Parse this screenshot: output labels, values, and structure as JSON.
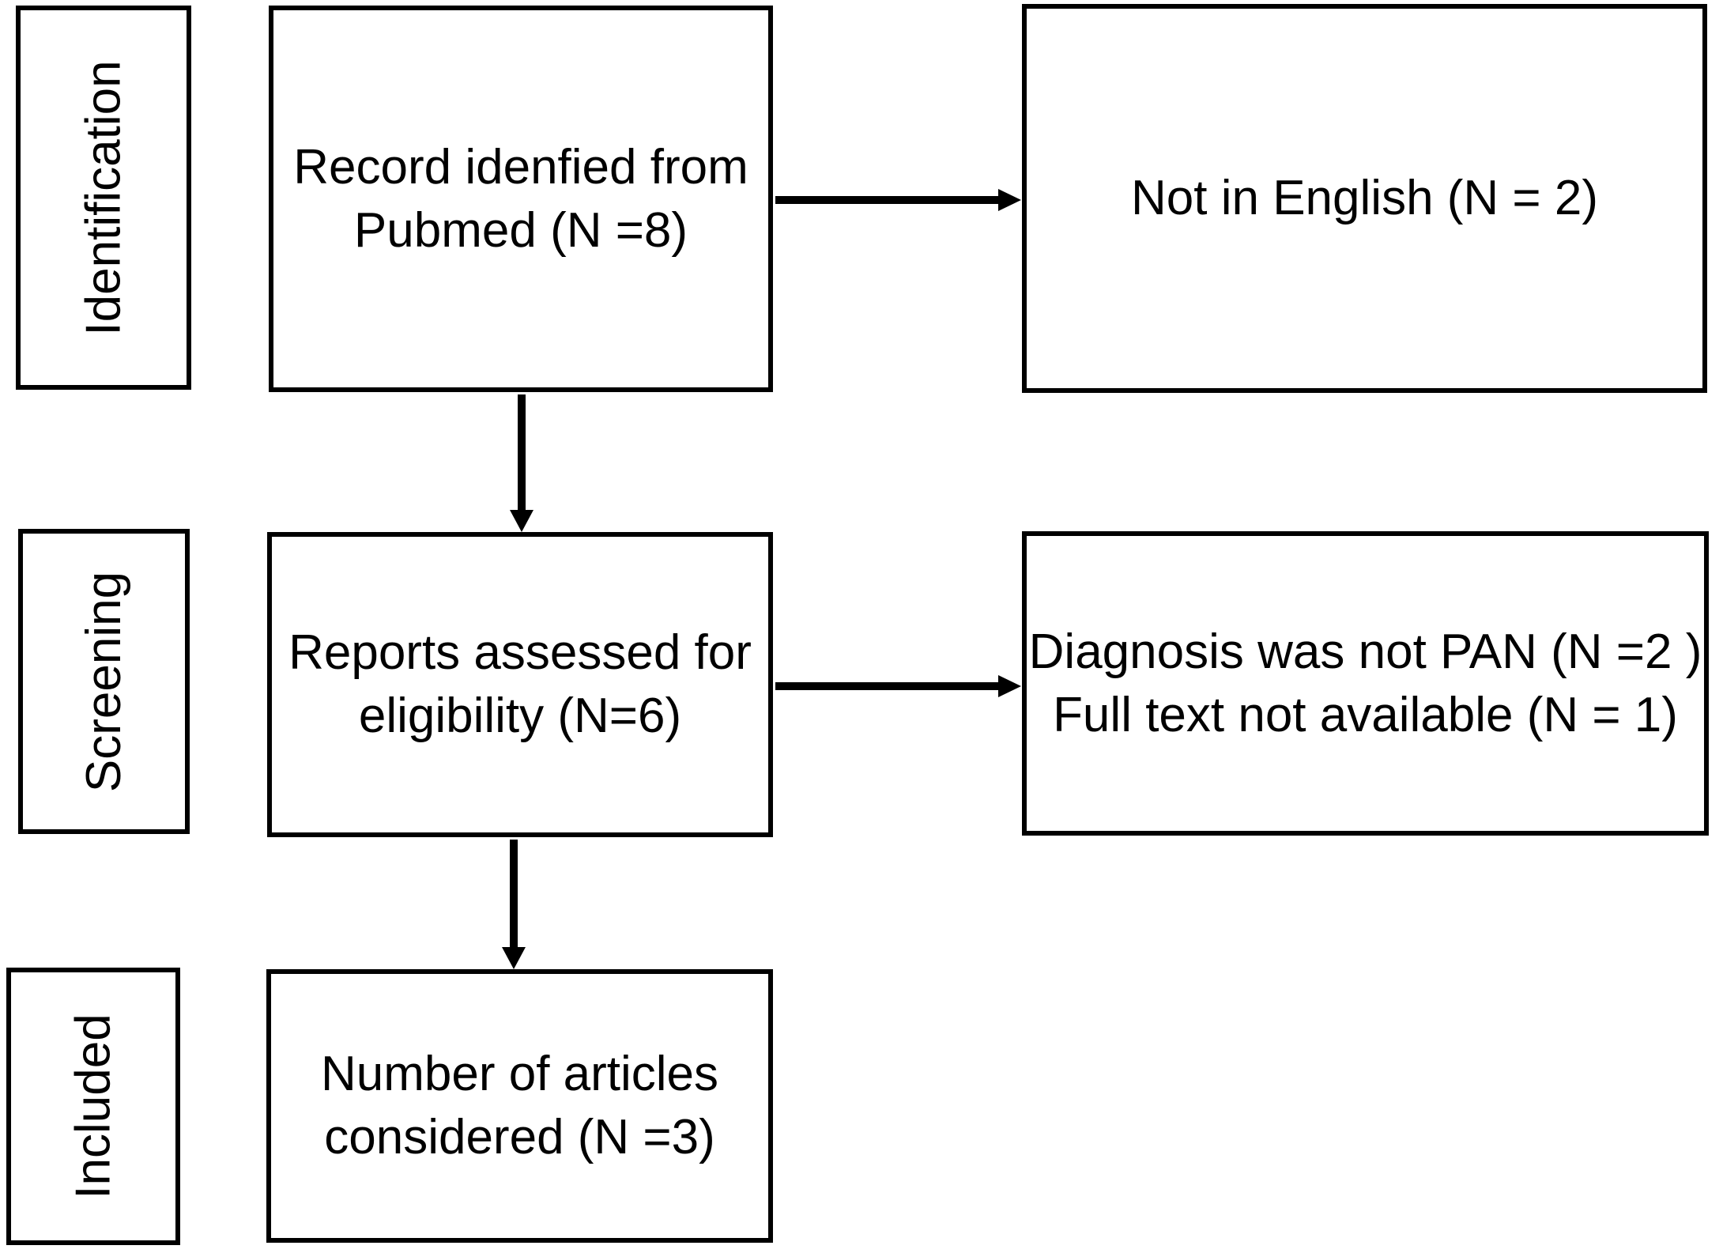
{
  "colors": {
    "ink": "#000000",
    "paper": "#ffffff"
  },
  "stages": [
    {
      "label": "Identification"
    },
    {
      "label": "Screening"
    },
    {
      "label": "Included"
    }
  ],
  "nodes": {
    "identified": {
      "lines": [
        "Record idenfied from",
        "Pubmed (N =8)"
      ]
    },
    "assessed": {
      "lines": [
        "Reports assessed for",
        "eligibility (N=6)"
      ]
    },
    "included": {
      "lines": [
        "Number of articles",
        "considered (N =3)"
      ]
    },
    "not_english": {
      "lines": [
        "Not in English (N = 2)"
      ]
    },
    "excluded": {
      "lines": [
        "Diagnosis was not PAN (N =2 )",
        "Full text not available (N = 1)"
      ]
    }
  },
  "edges": [
    {
      "from": "identified",
      "to": "not_english",
      "direction": "right"
    },
    {
      "from": "identified",
      "to": "assessed",
      "direction": "down"
    },
    {
      "from": "assessed",
      "to": "excluded",
      "direction": "right"
    },
    {
      "from": "assessed",
      "to": "included",
      "direction": "down"
    }
  ]
}
